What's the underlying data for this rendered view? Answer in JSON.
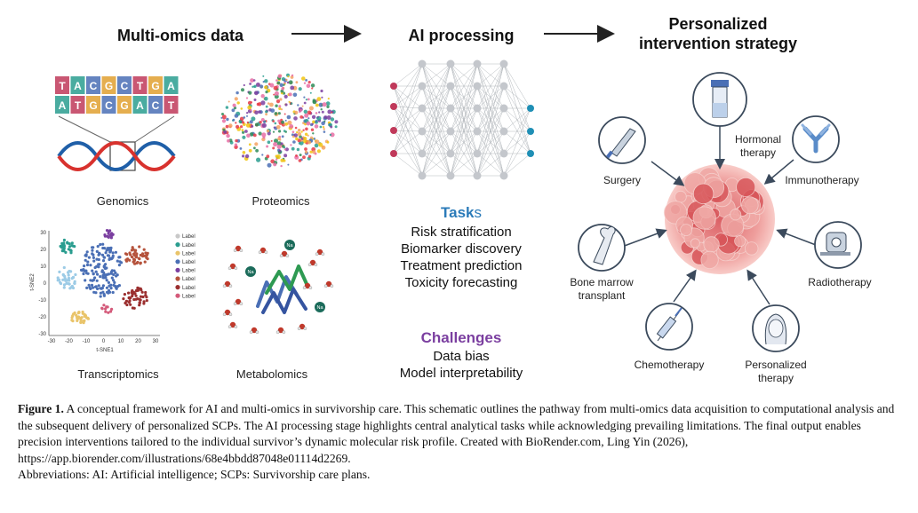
{
  "pipeline": {
    "multiomics_title": "Multi-omics data",
    "ai_title": "AI processing",
    "personalized_title_line1": "Personalized",
    "personalized_title_line2": "intervention strategy"
  },
  "dna_sequence": {
    "top": [
      "T",
      "A",
      "C",
      "G",
      "C",
      "T",
      "G",
      "A"
    ],
    "bottom": [
      "A",
      "T",
      "G",
      "C",
      "G",
      "A",
      "C",
      "T"
    ]
  },
  "omics": {
    "genomics": "Genomics",
    "proteomics": "Proteomics",
    "transcriptomics": "Transcriptomics",
    "metabolomics": "Metabolomics"
  },
  "tsne": {
    "x_label": "t-SNE1",
    "y_label": "t-SNE2",
    "x_ticks": [
      "-30",
      "-20",
      "-10",
      "0",
      "10",
      "20",
      "30"
    ],
    "y_ticks": [
      "30",
      "20",
      "10",
      "0",
      "-10",
      "-20",
      "-30"
    ],
    "legend_label": "Label",
    "cluster_colors": [
      "#c8c8c8",
      "#2a9d8f",
      "#e9c46a",
      "#4a6fb5",
      "#7b3fa0",
      "#b5533c",
      "#9b2f2f",
      "#d45a7a"
    ]
  },
  "metabolomics_ion": "Na",
  "tasks": {
    "title_bold": "Task",
    "title_rest": "s",
    "items": [
      "Risk stratification",
      "Biomarker discovery",
      "Treatment prediction",
      "Toxicity forecasting"
    ]
  },
  "challenges": {
    "title": "Challenges",
    "items": [
      "Data bias",
      "Model interpretability"
    ]
  },
  "interventions": {
    "surgery": "Surgery",
    "hormonal_line1": "Hormonal",
    "hormonal_line2": "therapy",
    "immunotherapy": "Immunotherapy",
    "bone_marrow_line1": "Bone marrow",
    "bone_marrow_line2": "transplant",
    "radiotherapy": "Radiotherapy",
    "chemotherapy": "Chemotherapy",
    "personalized_line1": "Personalized",
    "personalized_line2": "therapy"
  },
  "colors": {
    "tasks_accent": "#2b7bb9",
    "challenges_accent": "#7b3fa0",
    "nn_input": "#c0395a",
    "nn_output": "#1f8fb5",
    "tumor": "#e98a8a"
  },
  "caption": {
    "figure_label": "Figure 1.",
    "text": " A conceptual framework for AI and multi-omics in survivorship care. This schematic outlines the pathway from multi-omics data acquisition to computational analysis and the subsequent delivery of personalized SCPs. The AI processing stage highlights central analytical tasks while acknowledging prevailing limitations. The final output enables precision interventions tailored to the individual survivor’s dynamic molecular risk profile. Created with BioRender.com, Ling Yin (2026), https://app.biorender.com/illustrations/68e4bbdd87048e01114d2269.",
    "abbreviations": "Abbreviations: AI: Artificial intelligence; SCPs: Survivorship care plans."
  }
}
